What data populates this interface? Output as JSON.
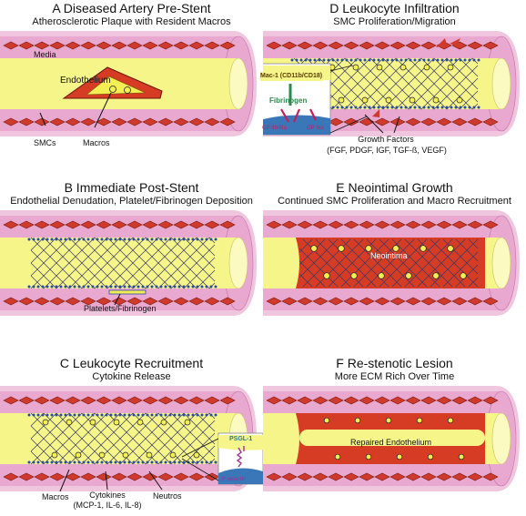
{
  "colors": {
    "adventitia": "#f0c6de",
    "wall": "#e8a8cf",
    "lumen": "#f6f58a",
    "smc": "#cf3a2c",
    "neointima": "#d63b24",
    "macro_fill": "#f4ee55",
    "platelet": "#2b4aa8",
    "stent": "#3a3a66"
  },
  "panels": {
    "a": {
      "title": "A  Diseased Artery Pre-Stent",
      "subtitle": "Atherosclerotic Plaque with Resident Macros",
      "labels": {
        "media": "Media",
        "endothelium": "Endothelium",
        "smcs": "SMCs",
        "macros": "Macros"
      }
    },
    "b": {
      "title": "B  Immediate Post-Stent",
      "subtitle": "Endothelial Denudation, Platelet/Fibrinogen Deposition",
      "labels": {
        "platelets": "Platelets/Fibrinogen"
      }
    },
    "c": {
      "title": "C  Leukocyte Recruitment",
      "subtitle": "Cytokine Release",
      "labels": {
        "macros": "Macros",
        "cytokines": "Cytokines",
        "cytokine_list": "(MCP-1, IL-6, IL-8)",
        "neutros": "Neutros",
        "psgl1": "PSGL-1",
        "selectin": "P-selectin"
      }
    },
    "d": {
      "title": "D  Leukocyte Infiltration",
      "subtitle": "SMC Proliferation/Migration",
      "labels": {
        "mac1": "Mac-1 (CD11b/CD18)",
        "fibrinogen": "Fibrinogen",
        "gpiib": "GP IIb/IIIa",
        "gpib": "GP Ibα",
        "growth": "Growth Factors",
        "growth_list": "(FGF, PDGF, IGF, TGF-ß, VEGF)"
      }
    },
    "e": {
      "title": "E  Neointimal Growth",
      "subtitle": "Continued SMC Proliferation and Macro Recruitment",
      "labels": {
        "neointima": "Neointima"
      }
    },
    "f": {
      "title": "F  Re-stenotic Lesion",
      "subtitle": "More ECM Rich Over Time",
      "labels": {
        "repaired": "Repaired Endothelium"
      }
    }
  }
}
